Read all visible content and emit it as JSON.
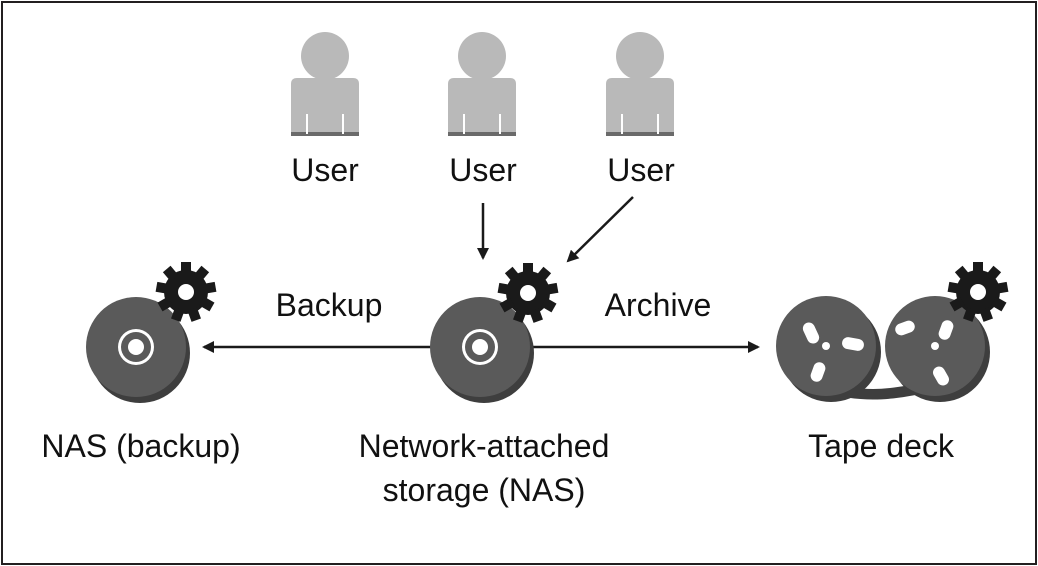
{
  "users": [
    {
      "label": "User"
    },
    {
      "label": "User"
    },
    {
      "label": "User"
    }
  ],
  "devices": {
    "nas_backup": {
      "label": "NAS (backup)"
    },
    "nas": {
      "label_line1": "Network-attached",
      "label_line2": "storage (NAS)"
    },
    "tape": {
      "label": "Tape deck"
    }
  },
  "flows": {
    "backup": {
      "label": "Backup"
    },
    "archive": {
      "label": "Archive"
    }
  },
  "colors": {
    "user_fill": "#b9b9b9",
    "disk_fill": "#5a5a5a",
    "disk_edge": "#3e3e3e",
    "gear_fill": "#1a1a1a",
    "line": "#1a1a1a"
  },
  "icons": {
    "user": "user-icon",
    "disk": "disk-icon",
    "gear": "gear-icon",
    "tape": "tape-reel-icon"
  }
}
